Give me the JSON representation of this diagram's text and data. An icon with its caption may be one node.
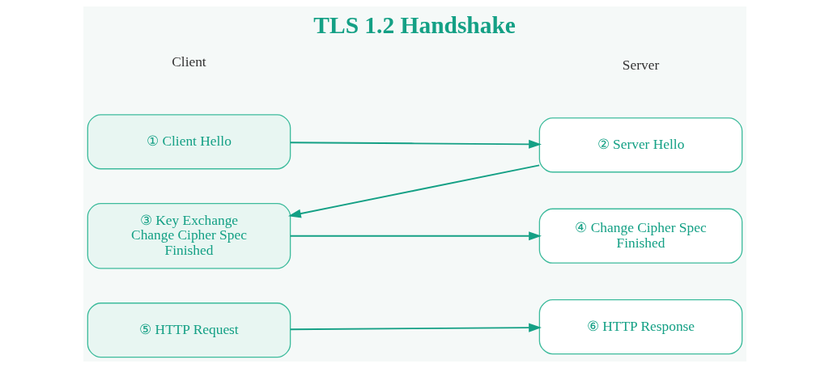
{
  "diagram": {
    "title": "TLS 1.2 Handshake",
    "nodes": [
      {
        "text": [
          "① Client Hello"
        ]
      },
      {
        "text": [
          "② Server Hello"
        ]
      },
      {
        "text": [
          "③ Key Exchange",
          "Change Cipher Spec",
          "Finished"
        ]
      },
      {
        "text": [
          "④ Change Cipher Spec",
          "Finished"
        ]
      },
      {
        "text": [
          "⑤ HTTP Request"
        ]
      },
      {
        "text": [
          "⑥ HTTP Response"
        ]
      }
    ],
    "edges": [
      {
        "from": 0,
        "to": 1,
        "arrow": "to"
      },
      {
        "from": 1,
        "to": 2,
        "arrow": "to"
      },
      {
        "from": 2,
        "to": 3,
        "arrow": "to"
      },
      {
        "from": 4,
        "to": 5,
        "arrow": "to"
      }
    ],
    "labels": [
      "Client",
      "Server"
    ]
  }
}
